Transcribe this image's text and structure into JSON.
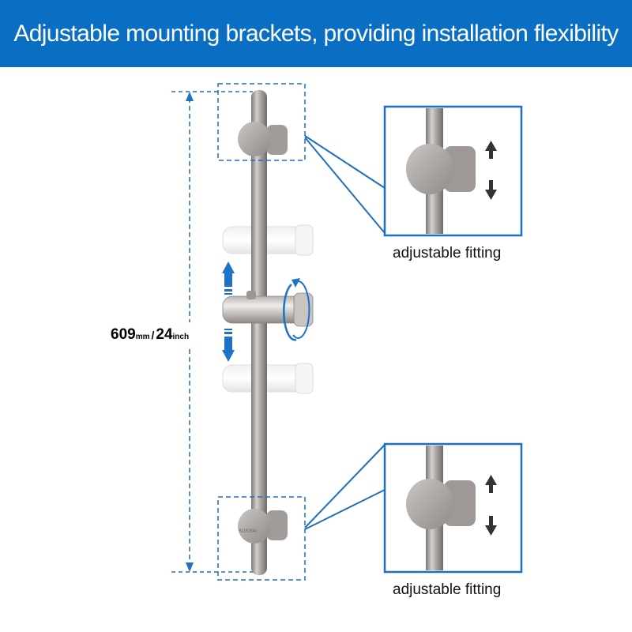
{
  "header": {
    "title": "Adjustable mounting brackets, providing installation flexibility"
  },
  "dimension": {
    "mm_value": "609",
    "mm_unit": "mm",
    "separator": "/",
    "inch_value": "24",
    "inch_unit": "inch"
  },
  "callouts": [
    {
      "caption": "adjustable fitting"
    },
    {
      "caption": "adjustable fitting"
    }
  ],
  "product": {
    "engraving": "SUS304"
  },
  "colors": {
    "banner": "#0a6fc2",
    "guide_lines": "#1f6fbf",
    "arrow_blue": "#1e73c8",
    "arrow_dark": "#333333",
    "metal": "#9a9593"
  }
}
